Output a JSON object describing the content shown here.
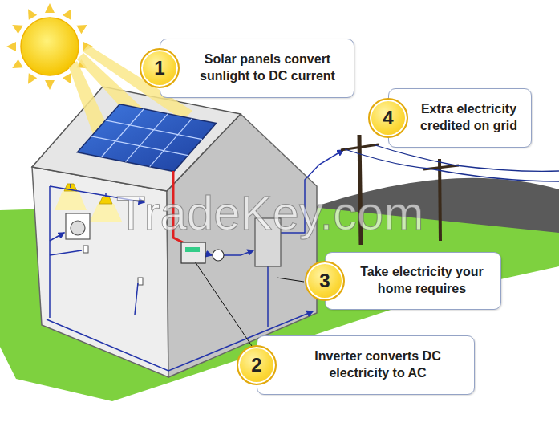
{
  "diagram": {
    "nodes": [
      {
        "text": [
          "Solar panels convert sunlight to DC current"
        ]
      },
      {
        "text": [
          "Extra electricity credited on grid"
        ]
      },
      {
        "text": [
          "Take electricity your home requires"
        ]
      },
      {
        "text": [
          "Inverter converts DC electricity to AC"
        ]
      }
    ],
    "labels": [
      "1",
      "4",
      "TradeKey.com",
      "3",
      "2"
    ]
  }
}
